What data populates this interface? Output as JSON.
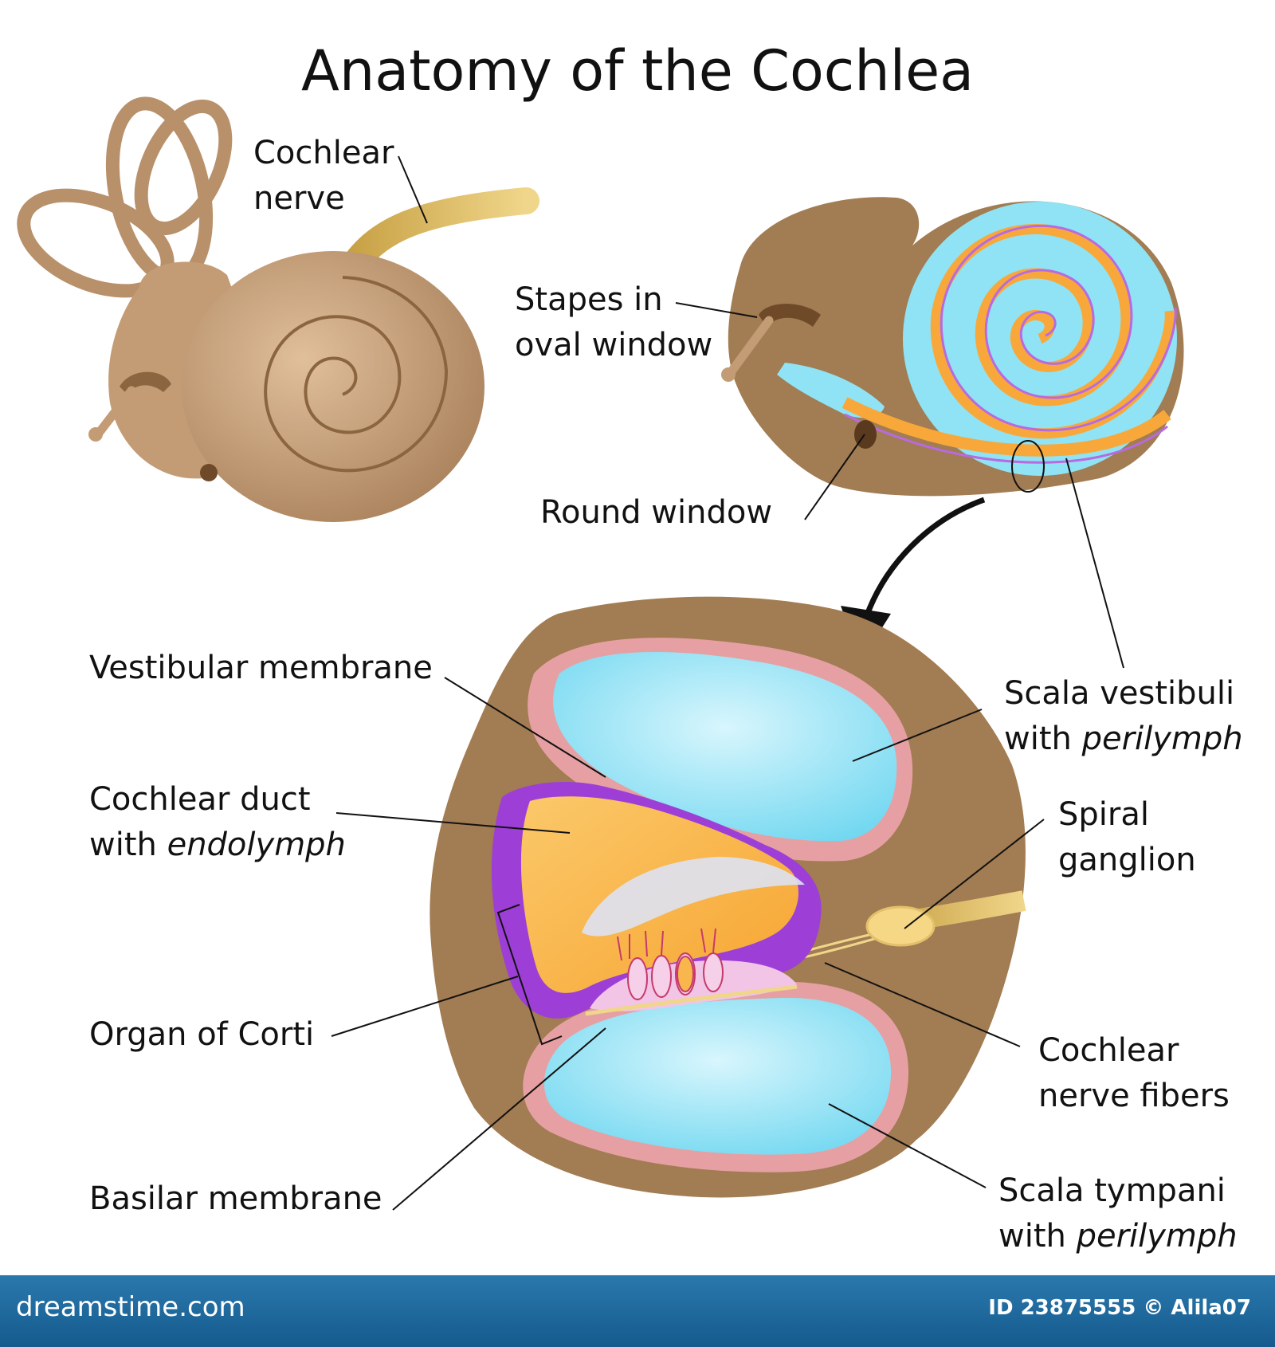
{
  "title": "Anatomy of the Cochlea",
  "labels": {
    "cochlear_nerve": [
      "Cochlear",
      "nerve"
    ],
    "stapes": [
      "Stapes in",
      "oval window"
    ],
    "round_window": "Round window",
    "vestibular_membrane": "Vestibular membrane",
    "scala_vestibuli": {
      "line1": "Scala vestibuli",
      "line2_pre": "with ",
      "line2_em": "perilymph"
    },
    "cochlear_duct": {
      "line1": "Cochlear duct",
      "line2_pre": "with ",
      "line2_em": "endolymph"
    },
    "spiral_ganglion": [
      "Spiral",
      "ganglion"
    ],
    "organ_of_corti": "Organ of Corti",
    "cochlear_nerve_fibers": [
      "Cochlear",
      "nerve fibers"
    ],
    "basilar_membrane": "Basilar membrane",
    "scala_tympani": {
      "line1": "Scala tympani",
      "line2_pre": "with ",
      "line2_em": "perilymph"
    }
  },
  "footer": {
    "brand": "dreamstime.com",
    "id_text": "ID 23875555 © Alila07"
  },
  "colors": {
    "bone": "#c19a73",
    "tissue": "#a27c52",
    "fluid": "#8fe3f5",
    "endolymph": "#f8b64d",
    "duct_wall": "#9d3fd6",
    "membrane_pink": "#e6a0a3",
    "nerve": "#e3c06b",
    "footer_blue": "#1e6aa0"
  }
}
